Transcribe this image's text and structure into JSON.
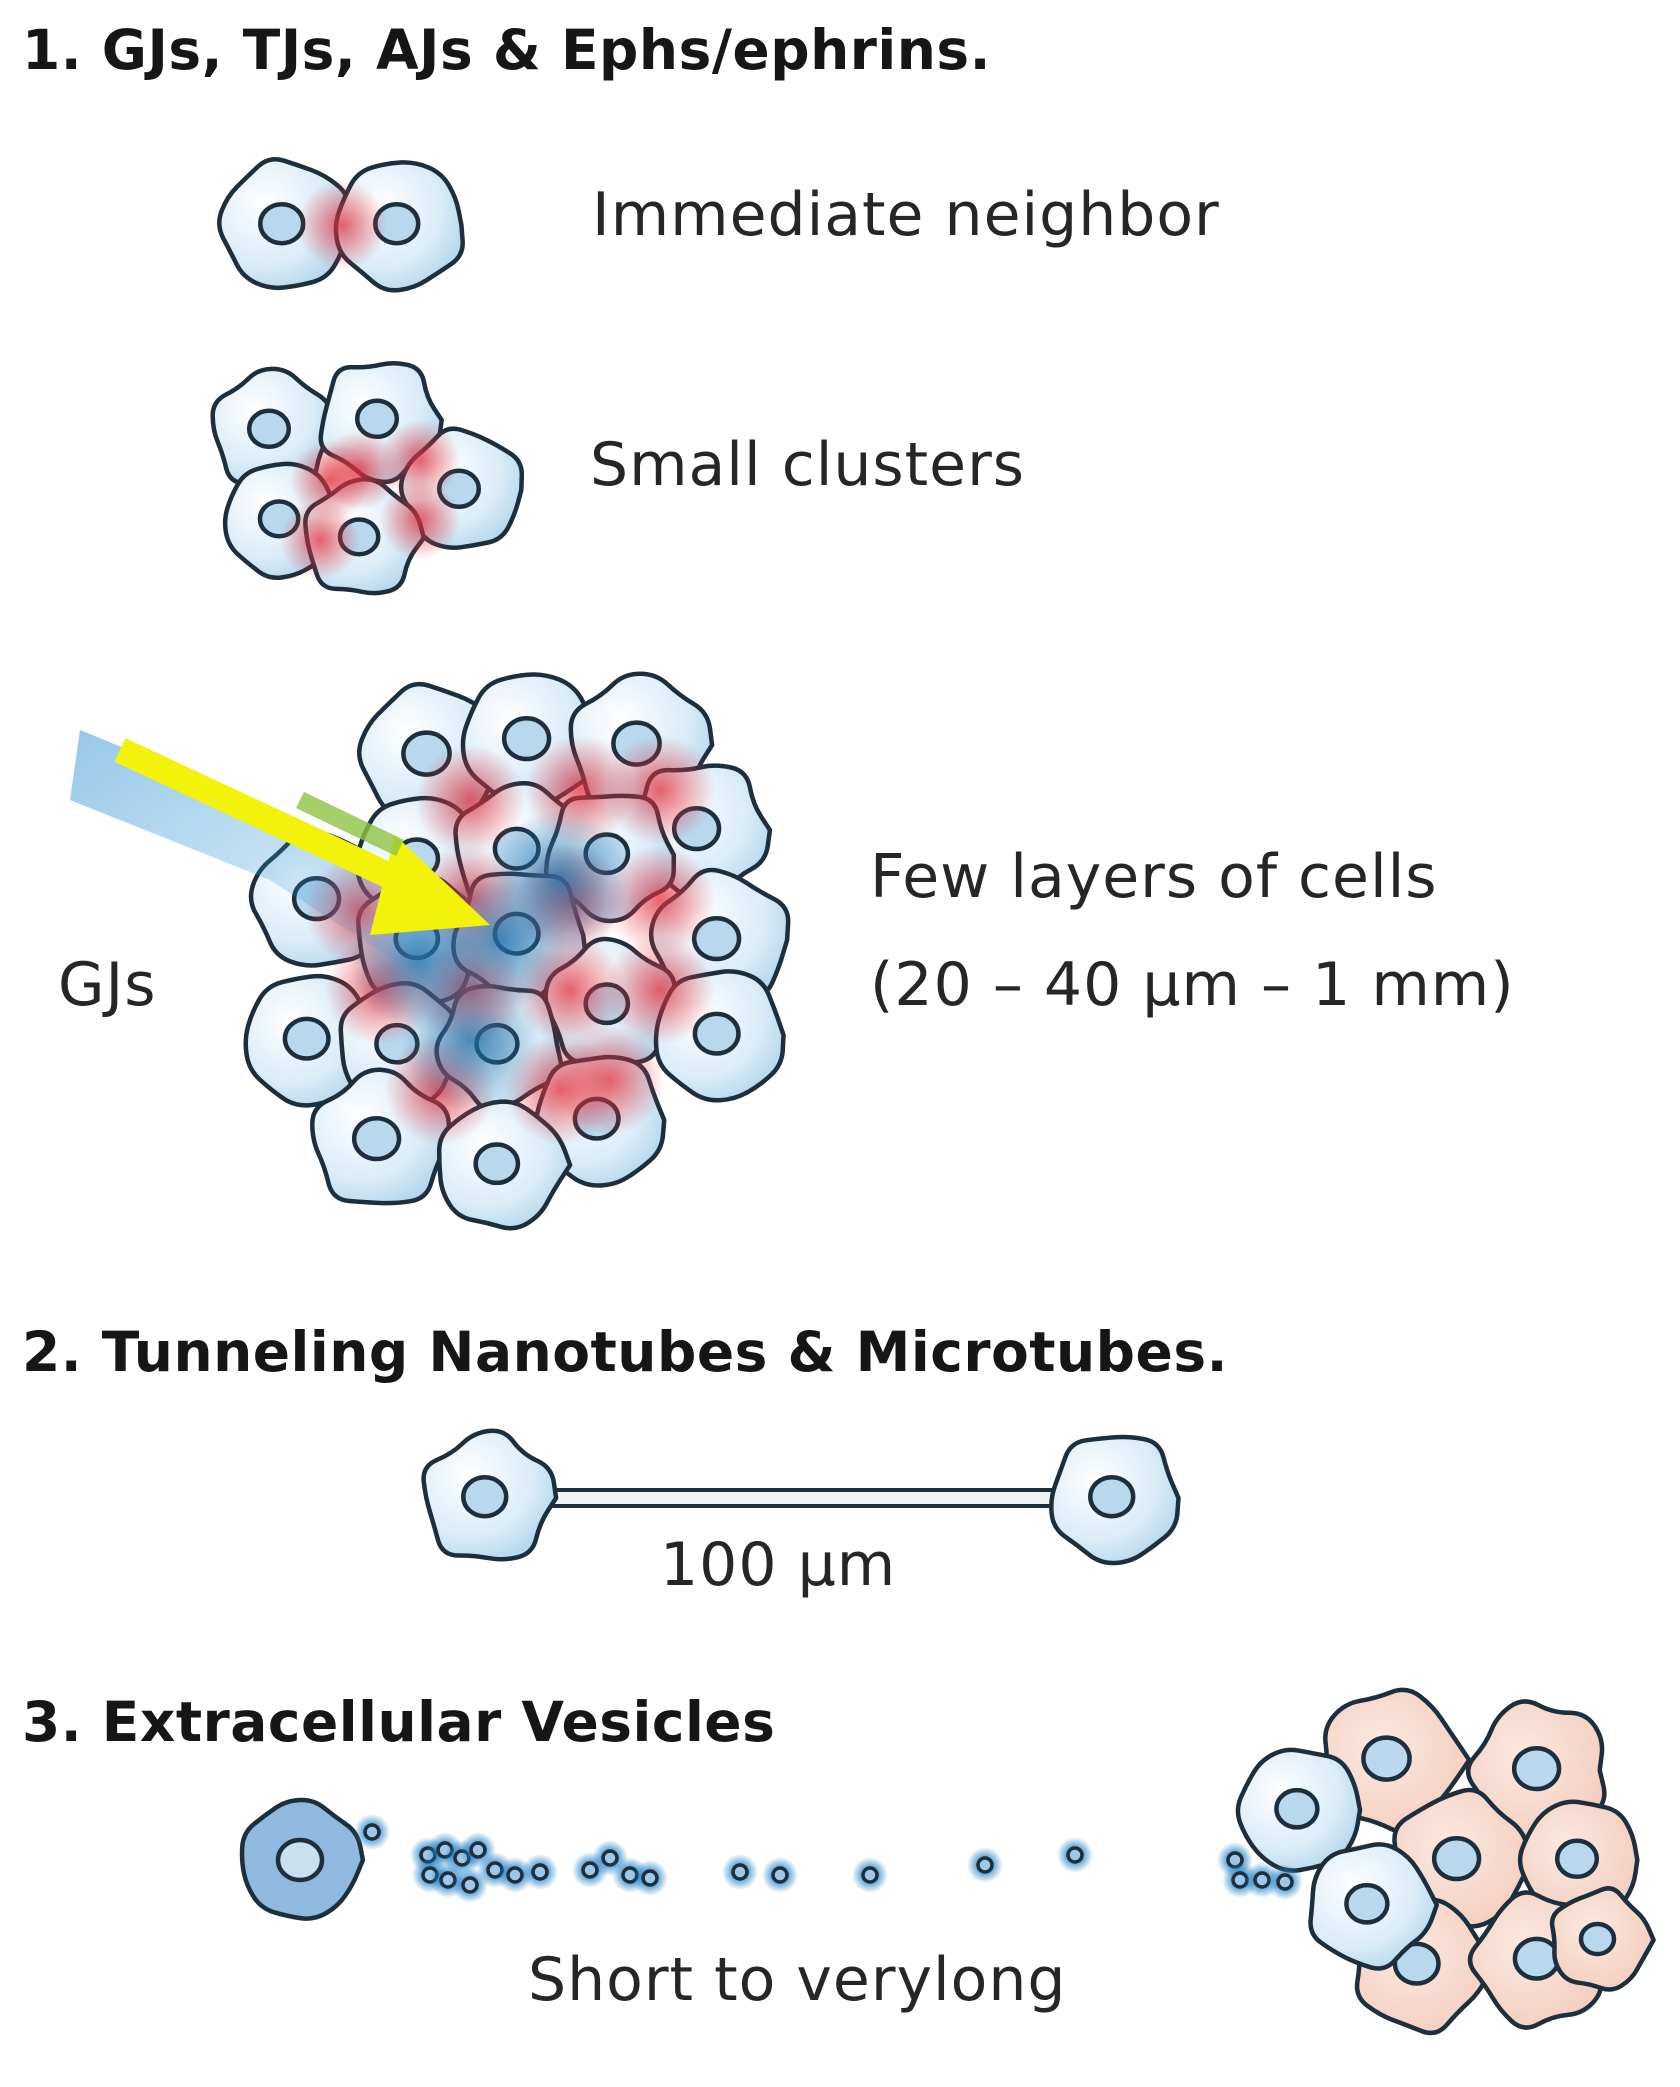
{
  "sections": [
    {
      "heading": "1. GJs, TJs, AJs & Ephs/ephrins.",
      "labels": {
        "immediate": "Immediate neighbor",
        "clusters": "Small clusters",
        "layers_line1": "Few layers of cells",
        "layers_line2": "(20 – 40 µm – 1 mm)",
        "gjs": "GJs"
      }
    },
    {
      "heading": "2. Tunneling Nanotubes & Microtubes.",
      "labels": {
        "distance": "100 µm"
      }
    },
    {
      "heading": "3. Extracellular Vesicles",
      "labels": {
        "range": "Short to verylong"
      }
    }
  ],
  "colors": {
    "cell_fill": "#cfe6f5",
    "cell_outline": "#1d2f3c",
    "junction": "#e0303c",
    "signal_glow": "#1f86c8",
    "arrow": "#f2f20a",
    "recipient_cell": "#f6d8cb"
  }
}
